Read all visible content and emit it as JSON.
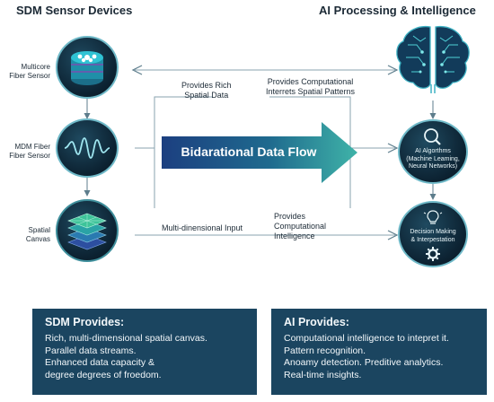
{
  "headings": {
    "left": "SDM Sensor Devices",
    "right": "AI Processing & Intelligence"
  },
  "sensors": {
    "multicore": {
      "line1": "Multicore",
      "line2": "Fiber Sensor"
    },
    "mdm": {
      "line1": "MDM Fiber",
      "line2": "Fiber Sensor"
    },
    "canvas": {
      "line1": "Spatial",
      "line2": "Canvas"
    }
  },
  "flow_labels": {
    "rich_1": "Provides Rich",
    "rich_2": "Spatial Data",
    "comp_1": "Provides Computational",
    "comp_2": "Interrets Spatial Patterns",
    "multi": "Multi-dinensional Input",
    "intel_1": "Provides",
    "intel_2": "Computational",
    "intel_3": "Intelligence"
  },
  "arrow": {
    "label": "Bidarational Data Flow"
  },
  "ai_nodes": {
    "algorithms": {
      "line1": "AI Algorthms",
      "line2": "(Machine Leaming,",
      "line3": "Neural Networks)"
    },
    "decision": {
      "line1": "Decision Making",
      "line2": "& Interpestation"
    }
  },
  "panels": {
    "sdm": {
      "title": "SDM Provides:",
      "items": [
        "Rich, multi-dimensional spatial canvas.",
        "Parallel data streams.",
        "Enhanced data capacity &",
        "degree degrees of froedom."
      ]
    },
    "ai": {
      "title": "AI Provides:",
      "items": [
        "Computational intelligence to intepret it.",
        "Pattern recognition.",
        "Anoamy detection. Preditive analytics.",
        "Real-time insights."
      ]
    }
  },
  "colors": {
    "panel_bg": "#1b4560",
    "arrow_start": "#1c3f80",
    "arrow_end": "#3fb3a8",
    "accent": "#5fb6c6"
  },
  "icons": [
    "multicore-fiber-icon",
    "waveform-icon",
    "layered-grid-icon",
    "brain-circuit-icon",
    "magnifier-icon",
    "lightbulb-icon",
    "gear-icon"
  ]
}
